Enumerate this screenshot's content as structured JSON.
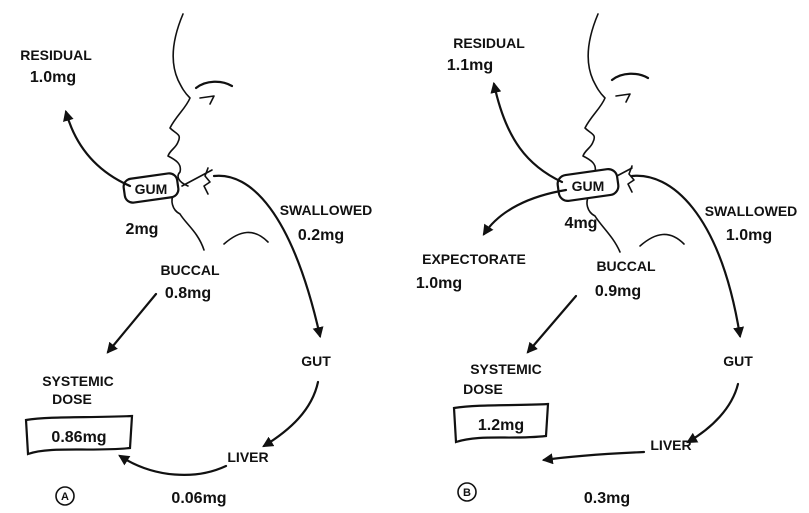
{
  "panels": [
    {
      "marker": "A",
      "residual": {
        "label": "RESIDUAL",
        "value": "1.0mg"
      },
      "gum": {
        "label": "GUM",
        "value": "2mg"
      },
      "swallowed": {
        "label": "SWALLOWED",
        "value": "0.2mg"
      },
      "buccal": {
        "label": "BUCCAL",
        "value": "0.8mg"
      },
      "gut": "GUT",
      "liver": "LIVER",
      "liver_flow": "0.06mg",
      "systemic": {
        "line1": "SYSTEMIC",
        "line2": "DOSE",
        "value": "0.86mg"
      }
    },
    {
      "marker": "B",
      "residual": {
        "label": "RESIDUAL",
        "value": "1.1mg"
      },
      "gum": {
        "label": "GUM",
        "value": "4mg"
      },
      "expectorate": {
        "label": "EXPECTORATE",
        "value": "1.0mg"
      },
      "swallowed": {
        "label": "SWALLOWED",
        "value": "1.0mg"
      },
      "buccal": {
        "label": "BUCCAL",
        "value": "0.9mg"
      },
      "gut": "GUT",
      "liver": "LIVER",
      "liver_flow": "0.3mg",
      "systemic": {
        "line1": "SYSTEMIC",
        "line2": "DOSE",
        "value": "1.2mg"
      }
    }
  ]
}
